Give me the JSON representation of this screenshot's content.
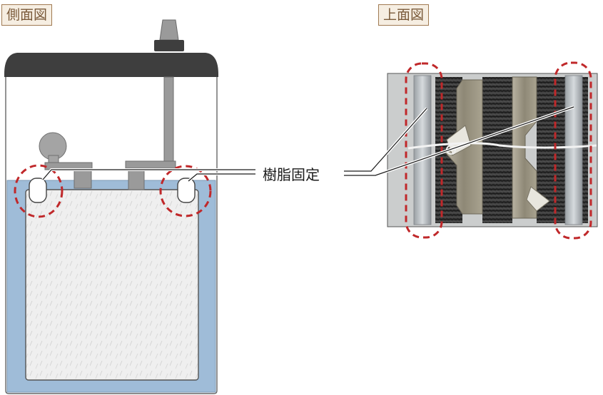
{
  "labels": {
    "side_view": "側面図",
    "top_view": "上面図",
    "resin_fixing": "樹脂固定"
  },
  "colors": {
    "label_border": "#a07a52",
    "label_bg": "#f6eee2",
    "label_text": "#7a5a3a",
    "highlight_dash": "#c0282a",
    "electrolyte": "#9fbcd8",
    "lid": "#3e3e3e",
    "terminal": "#9a9a9a"
  }
}
